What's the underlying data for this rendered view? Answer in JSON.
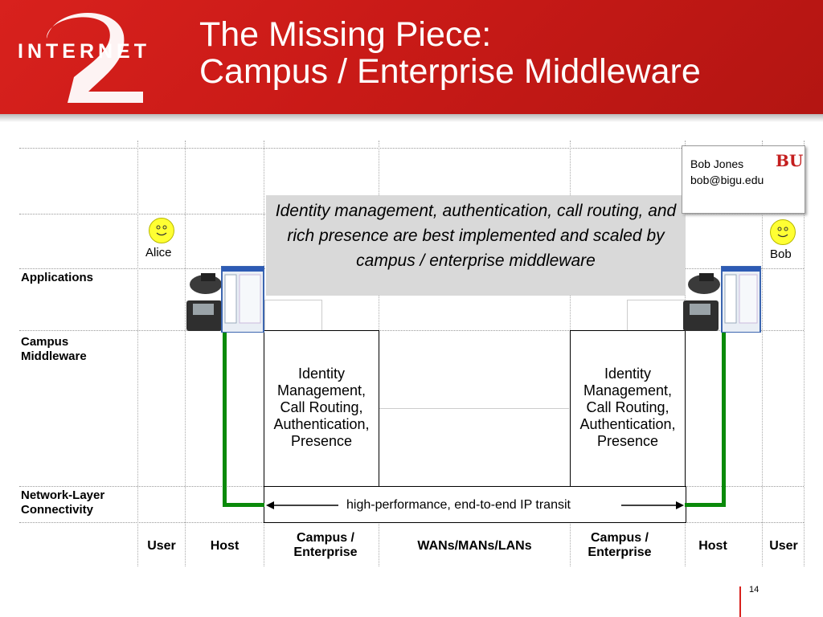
{
  "header": {
    "logo_text": "INTERNET",
    "title_line1": "The Missing Piece:",
    "title_line2": "Campus / Enterprise Middleware"
  },
  "rows": {
    "applications": "Applications",
    "campus_mw_1": "Campus",
    "campus_mw_2": "Middleware",
    "network_1": "Network-Layer",
    "network_2": "Connectivity"
  },
  "columns": {
    "user_left": "User",
    "host_left": "Host",
    "campus_left_1": "Campus /",
    "campus_left_2": "Enterprise",
    "wan": "WANs/MANs/LANs",
    "campus_right_1": "Campus /",
    "campus_right_2": "Enterprise",
    "host_right": "Host",
    "user_right": "User"
  },
  "people": {
    "left": "Alice",
    "right": "Bob"
  },
  "middleware_box": {
    "line1": "Identity",
    "line2": "Management,",
    "line3": "Call Routing,",
    "line4": "Authentication,",
    "line5": "Presence"
  },
  "transit_label": "high-performance, end-to-end IP transit",
  "callout": "Identity management, authentication, call routing, and rich presence are best implemented and scaled by campus / enterprise middleware",
  "bob_card": {
    "name": "Bob Jones",
    "email": "bob@bigu.edu",
    "badge": "BU"
  },
  "page_number": "14",
  "colors": {
    "header_red": "#d8211d",
    "link_green": "#0a8a0a",
    "callout_gray": "#d9d9d9"
  }
}
